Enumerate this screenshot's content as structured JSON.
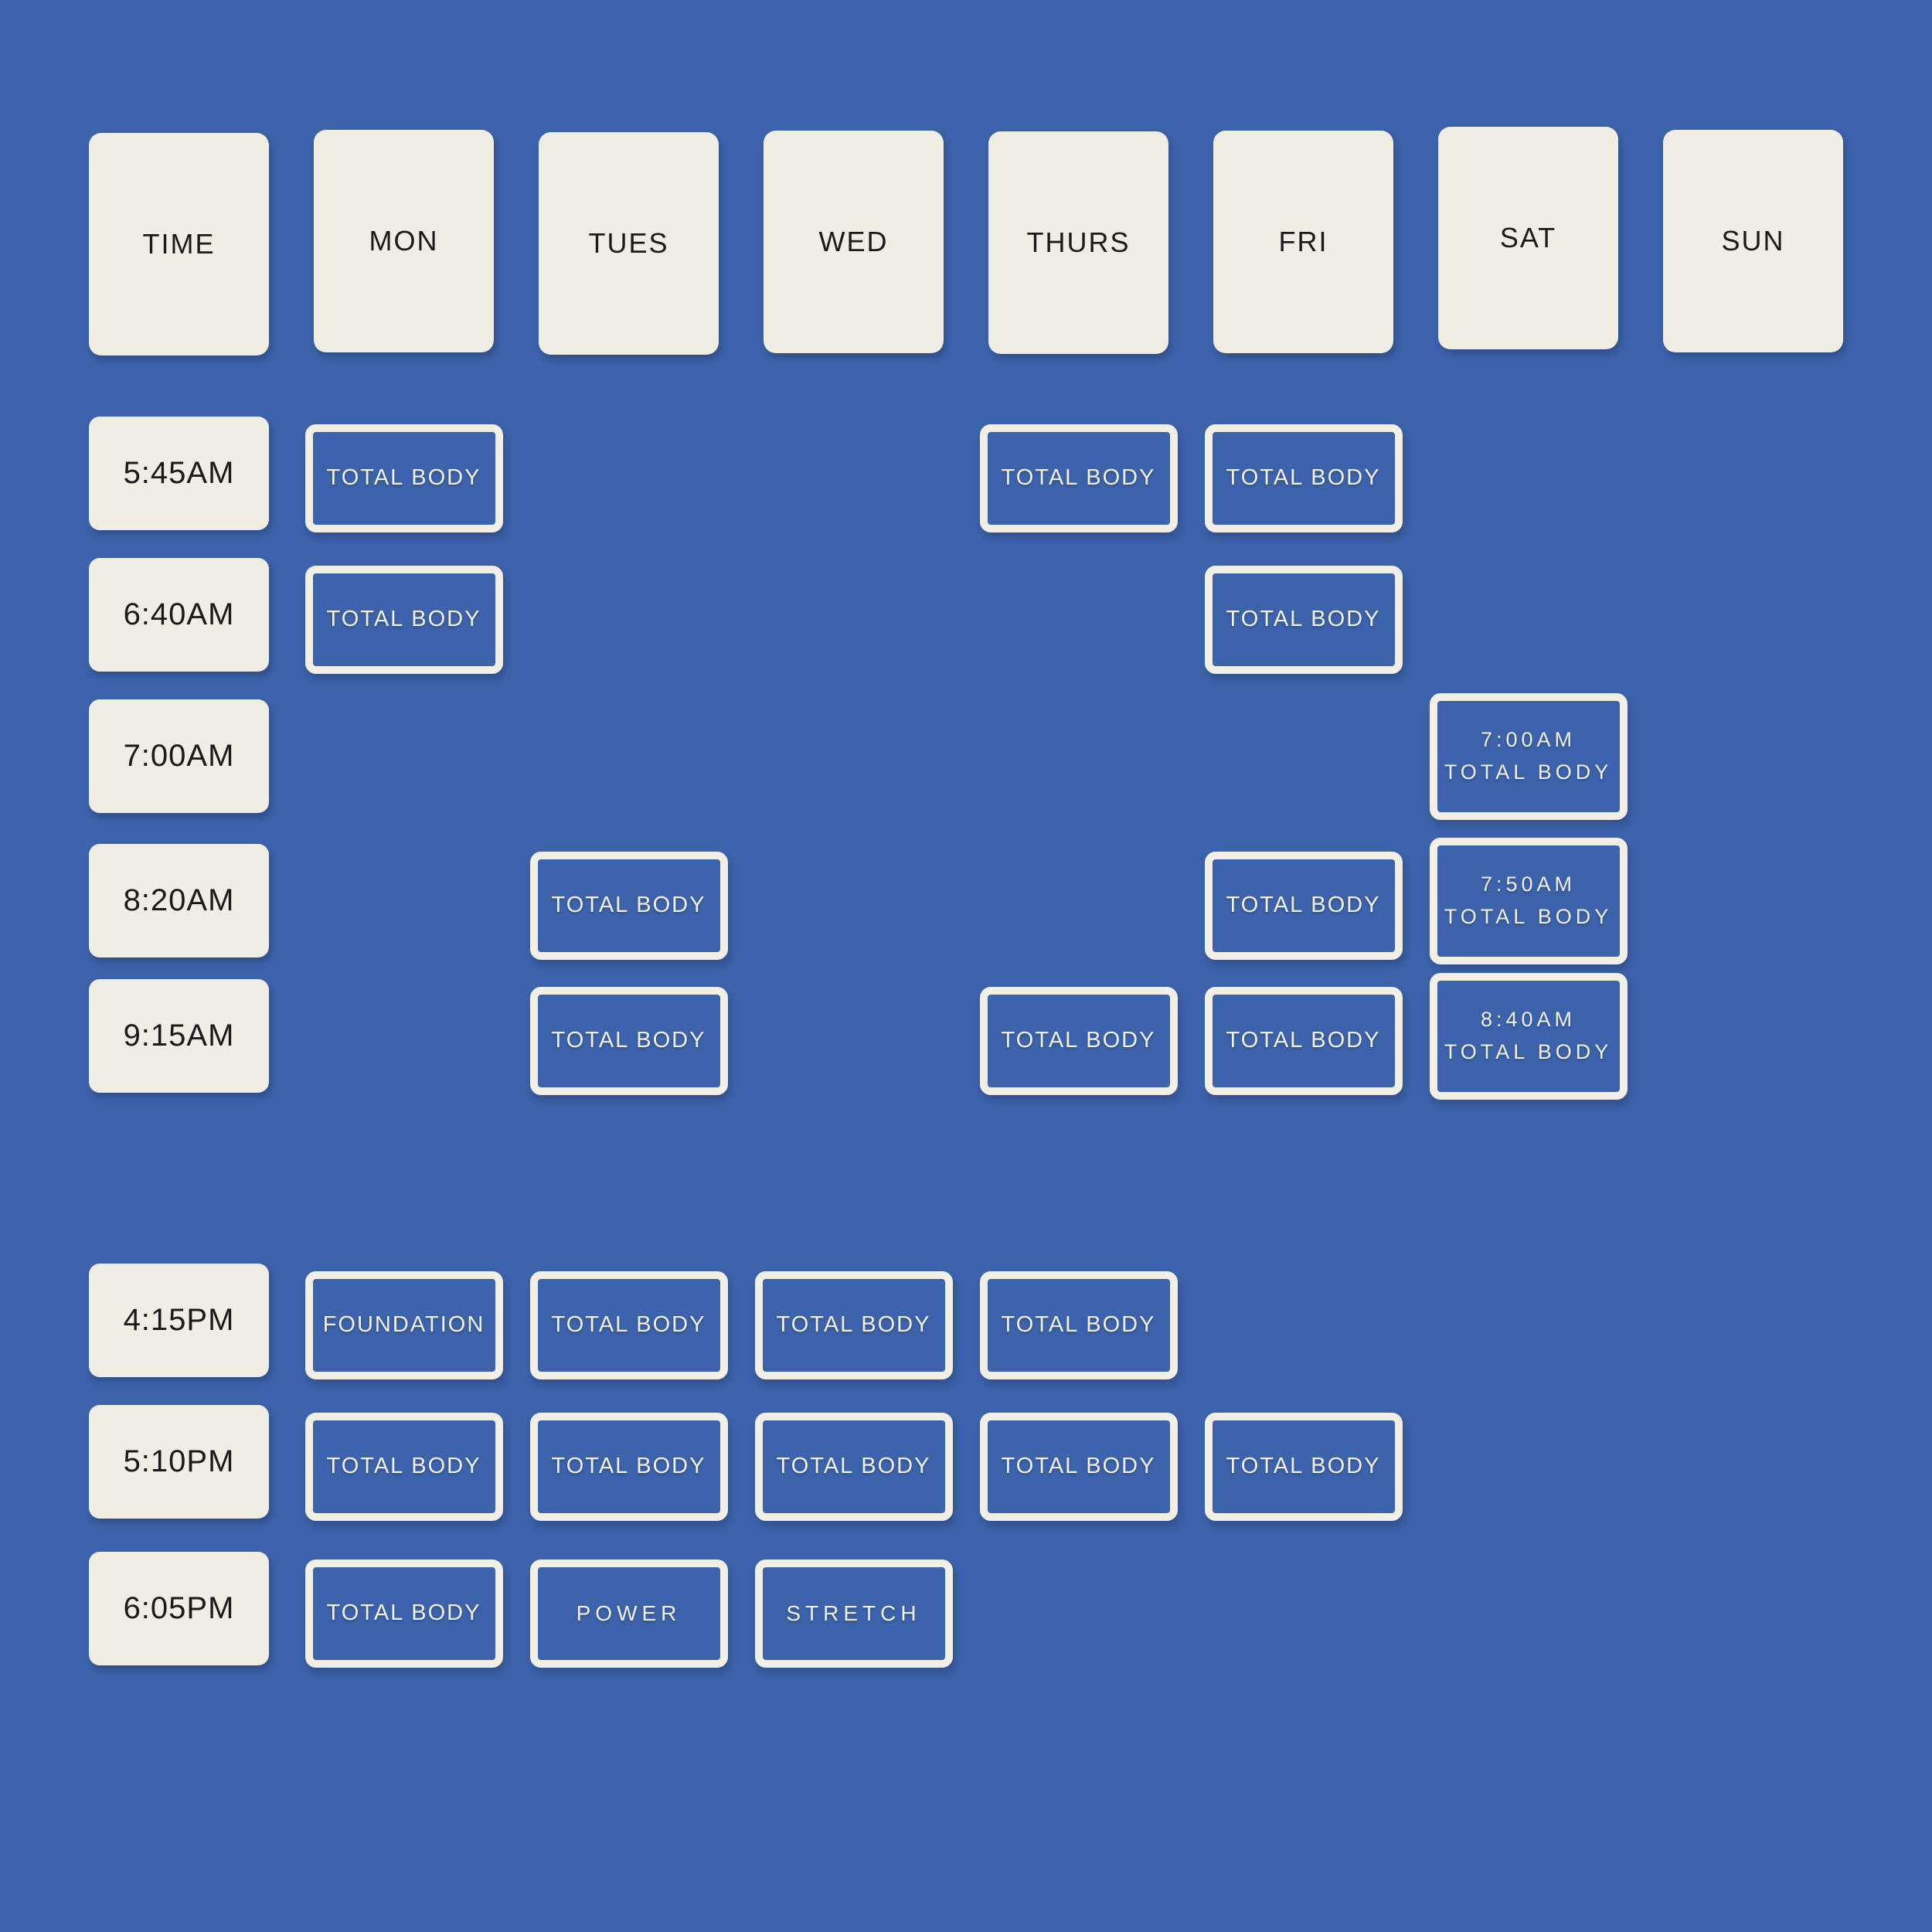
{
  "palette": {
    "background": "#3C63AC",
    "card_fill": "#F0EEE4",
    "card_text": "#1A1A1A",
    "class_border": "#F2F0E6",
    "class_text": "#F2F0E6"
  },
  "header": {
    "time_column_label": "TIME",
    "day_columns": [
      "MON",
      "TUES",
      "WED",
      "THURS",
      "FRI",
      "SAT",
      "SUN"
    ]
  },
  "time_rows": [
    "5:45AM",
    "6:40AM",
    "7:00AM",
    "8:20AM",
    "9:15AM",
    "4:15PM",
    "5:10PM",
    "6:05PM"
  ],
  "classes": [
    {
      "row": "5:45AM",
      "day": "MON",
      "label": "TOTAL BODY",
      "style": "regular"
    },
    {
      "row": "5:45AM",
      "day": "THURS",
      "label": "TOTAL BODY",
      "style": "regular"
    },
    {
      "row": "5:45AM",
      "day": "FRI",
      "label": "TOTAL BODY",
      "style": "regular"
    },
    {
      "row": "6:40AM",
      "day": "MON",
      "label": "TOTAL BODY",
      "style": "regular"
    },
    {
      "row": "6:40AM",
      "day": "FRI",
      "label": "TOTAL BODY",
      "style": "regular"
    },
    {
      "row": "7:00AM",
      "day": "SAT",
      "time": "7:00AM",
      "label": "TOTAL BODY",
      "style": "light"
    },
    {
      "row": "8:20AM",
      "day": "TUES",
      "label": "TOTAL BODY",
      "style": "regular"
    },
    {
      "row": "8:20AM",
      "day": "FRI",
      "label": "TOTAL BODY",
      "style": "regular"
    },
    {
      "row": "8:20AM",
      "day": "SAT",
      "time": "7:50AM",
      "label": "TOTAL BODY",
      "style": "light"
    },
    {
      "row": "9:15AM",
      "day": "TUES",
      "label": "TOTAL BODY",
      "style": "regular"
    },
    {
      "row": "9:15AM",
      "day": "THURS",
      "label": "TOTAL BODY",
      "style": "regular"
    },
    {
      "row": "9:15AM",
      "day": "FRI",
      "label": "TOTAL BODY",
      "style": "regular"
    },
    {
      "row": "9:15AM",
      "day": "SAT",
      "time": "8:40AM",
      "label": "TOTAL BODY",
      "style": "light"
    },
    {
      "row": "4:15PM",
      "day": "MON",
      "label": "FOUNDATION",
      "style": "regular"
    },
    {
      "row": "4:15PM",
      "day": "TUES",
      "label": "TOTAL BODY",
      "style": "regular"
    },
    {
      "row": "4:15PM",
      "day": "WED",
      "label": "TOTAL BODY",
      "style": "regular"
    },
    {
      "row": "4:15PM",
      "day": "THURS",
      "label": "TOTAL BODY",
      "style": "regular"
    },
    {
      "row": "5:10PM",
      "day": "MON",
      "label": "TOTAL BODY",
      "style": "regular"
    },
    {
      "row": "5:10PM",
      "day": "TUES",
      "label": "TOTAL BODY",
      "style": "regular"
    },
    {
      "row": "5:10PM",
      "day": "WED",
      "label": "TOTAL BODY",
      "style": "regular"
    },
    {
      "row": "5:10PM",
      "day": "THURS",
      "label": "TOTAL BODY",
      "style": "regular"
    },
    {
      "row": "5:10PM",
      "day": "FRI",
      "label": "TOTAL BODY",
      "style": "regular"
    },
    {
      "row": "6:05PM",
      "day": "MON",
      "label": "TOTAL BODY",
      "style": "regular"
    },
    {
      "row": "6:05PM",
      "day": "TUES",
      "label": "POWER",
      "style": "light"
    },
    {
      "row": "6:05PM",
      "day": "WED",
      "label": "STRETCH",
      "style": "light"
    }
  ]
}
